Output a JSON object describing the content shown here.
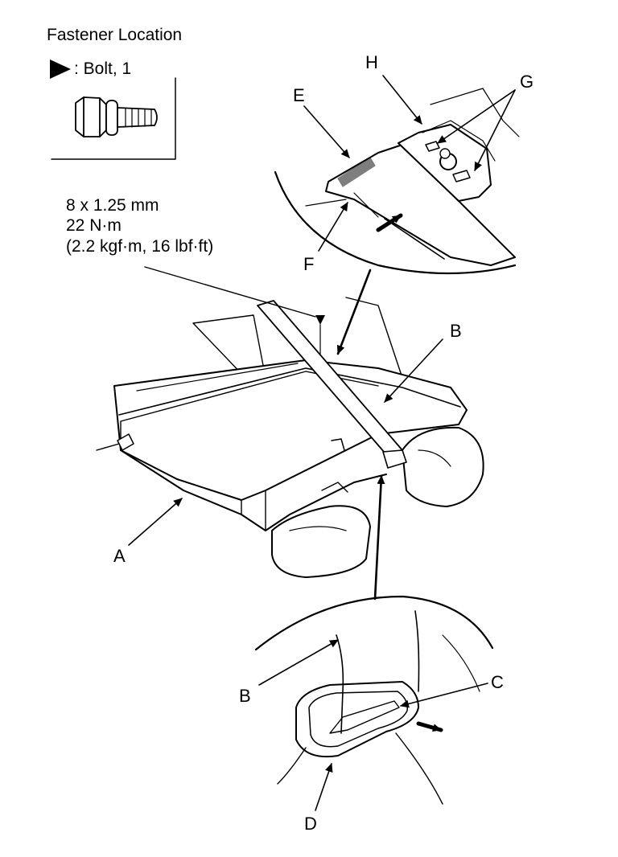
{
  "legend": {
    "title": "Fastener Location",
    "bolt_label": ": Bolt, 1",
    "bolt_icon": "bolt-triangle-icon"
  },
  "torque": {
    "size": "8 x 1.25 mm",
    "value": "22 N·m",
    "alt": "(2.2 kgf·m, 16 lbf·ft)"
  },
  "labels": {
    "A": "A",
    "B_upper": "B",
    "B_lower": "B",
    "C": "C",
    "D": "D",
    "E": "E",
    "F": "F",
    "G": "G",
    "H": "H"
  }
}
